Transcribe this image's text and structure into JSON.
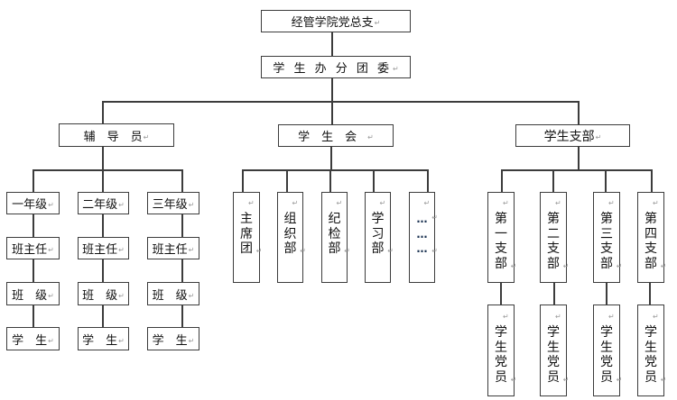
{
  "return_mark": "↵",
  "colors": {
    "line": "#3c3c3c",
    "text": "#111111",
    "ellipsis": "#1e3554",
    "mark": "#9a9a9a"
  },
  "root": {
    "label": "经管学院党总支"
  },
  "committee": {
    "label": "学 生 办 分 团 委"
  },
  "counselors": {
    "label": "辅　导　员",
    "grades": [
      {
        "label": "一年级",
        "head_teacher": "班主任",
        "class": "班　级",
        "student": "学　生"
      },
      {
        "label": "二年级",
        "head_teacher": "班主任",
        "class": "班　级",
        "student": "学　生"
      },
      {
        "label": "三年级",
        "head_teacher": "班主任",
        "class": "班　级",
        "student": "学　生"
      }
    ]
  },
  "student_union": {
    "label": "学　生　会",
    "departments": [
      "主席团",
      "组织部",
      "纪检部",
      "学习部",
      "………"
    ]
  },
  "party_branch": {
    "label": "学生支部",
    "branches": [
      {
        "name": "第一支部",
        "members": "学生党员"
      },
      {
        "name": "第二支部",
        "members": "学生党员"
      },
      {
        "name": "第三支部",
        "members": "学生党员"
      },
      {
        "name": "第四支部",
        "members": "学生党员"
      }
    ]
  }
}
